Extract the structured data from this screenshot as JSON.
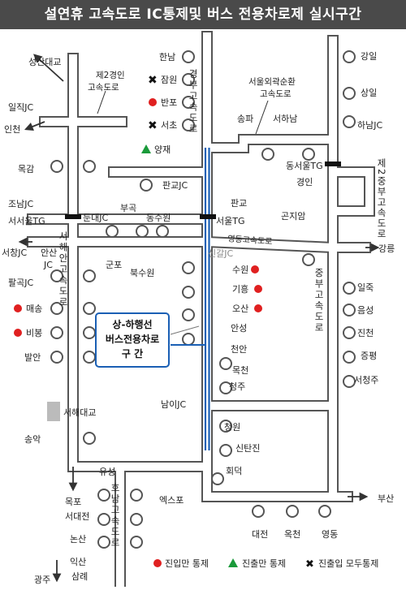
{
  "title": "설연휴 고속도로 IC통제및 버스 전용차로제 실시구간",
  "colors": {
    "road_fill": "#ffffff",
    "road_edge": "#555555",
    "bus_lane": "#1a5fb4",
    "entry_only": "#e02020",
    "exit_only": "#1a9a3a",
    "both": "#111111",
    "title_bg": "#4a4a4a"
  },
  "expressways": {
    "gyeongbu": "경부고속도로",
    "seohaean": "서해안고속도로",
    "jungbu": "중부고속도로",
    "jungbu2": "제2중부고속도로",
    "honam": "호남고속도로",
    "yeongdong": "영동고속도로",
    "second_gyeongin": "제2경인\n고속도로",
    "seoul_ring": "서울외곽순환\n고속도로"
  },
  "callout": {
    "line1": "상-하행선",
    "line2": "버스전용차로",
    "line3": "구  간"
  },
  "directions": {
    "seongsan": "성산대교",
    "incheon": "인천",
    "seochang": "서창JC",
    "mokpo": "목포",
    "gwangju": "광주",
    "busan": "부산",
    "gangneung": "강릉"
  },
  "places": {
    "hannam": "한남",
    "jamwon": "잠원",
    "banpo": "반포",
    "seocho": "서초",
    "yangjae": "양재",
    "ilgik": "일직JC",
    "mokgam": "목감",
    "joman": "조남JC",
    "seoseoul": "서서울TG",
    "dundae": "둔대JC",
    "bugok": "부곡",
    "dongsuwon": "동수원",
    "pangyo_jc": "판교JC",
    "pangyo": "판교",
    "seoul_tg": "서울TG",
    "singal": "신갈JC",
    "ansan": "안산\nJC",
    "gunpo": "군포",
    "buksuwon": "북수원",
    "suwon": "수원",
    "giheung": "기흥",
    "osan": "오산",
    "anseong": "안성",
    "cheonan": "천안",
    "mokcheon": "목천",
    "cheongju": "청주",
    "namijc": "남이JC",
    "cheongwon": "청원",
    "sintanjin": "신탄진",
    "hoedeok": "회덕",
    "palgok": "팔곡JC",
    "maesong": "매송",
    "bibong": "비봉",
    "balan": "발안",
    "seohae_bridge": "서해대교",
    "songak": "송악",
    "yuseong": "유성",
    "seodaejeon": "서대전",
    "nonsan": "논산",
    "iksan": "익산",
    "samrye": "삼례",
    "expo": "엑스포",
    "daejeon": "대전",
    "okcheon": "옥천",
    "yeongdong_city": "영동",
    "gangil": "강일",
    "sangil": "상일",
    "hanam_jc": "하남JC",
    "songpa": "송파",
    "seohanam": "서하남",
    "dongseoul": "동서울TG",
    "gyeongin": "경인",
    "gonjiam": "곤지암",
    "iljuk": "일죽",
    "eumseong": "음성",
    "jincheon": "진천",
    "jeungpyeong": "증평",
    "seocheongju": "서청주"
  },
  "legend": {
    "entry_only": "진입만 통제",
    "exit_only": "진출만 통제",
    "both": "진출입 모두통제"
  }
}
